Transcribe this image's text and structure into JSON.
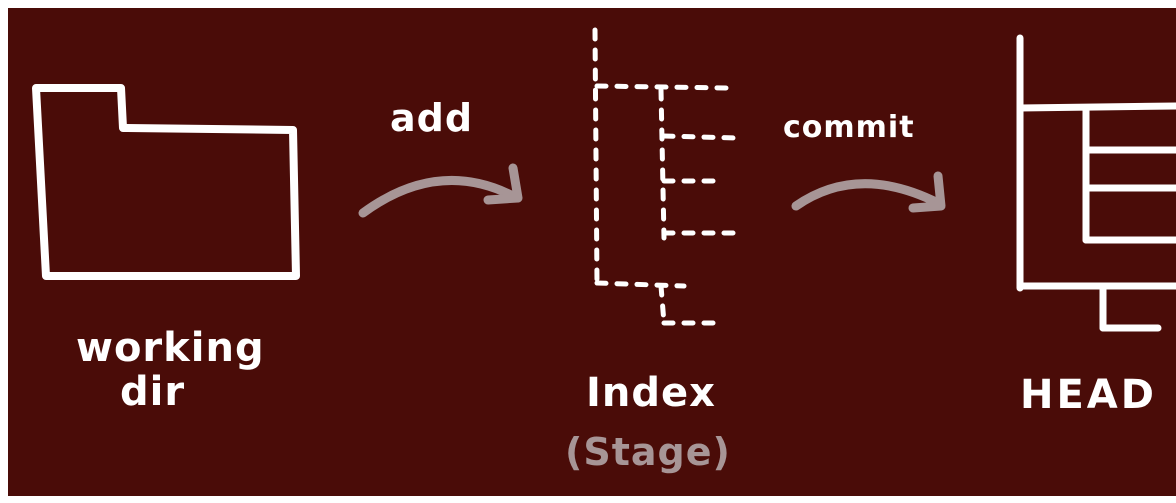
{
  "diagram": {
    "working_dir": {
      "line1": "working",
      "line2": "dir"
    },
    "add_label": "add",
    "index": {
      "title": "Index",
      "subtitle": "(Stage)"
    },
    "commit_label": "commit",
    "head": {
      "title": "HEAD"
    }
  },
  "colors": {
    "background": "#4a0c08",
    "chalk": "#ffffff",
    "arrow": "#a79596"
  }
}
